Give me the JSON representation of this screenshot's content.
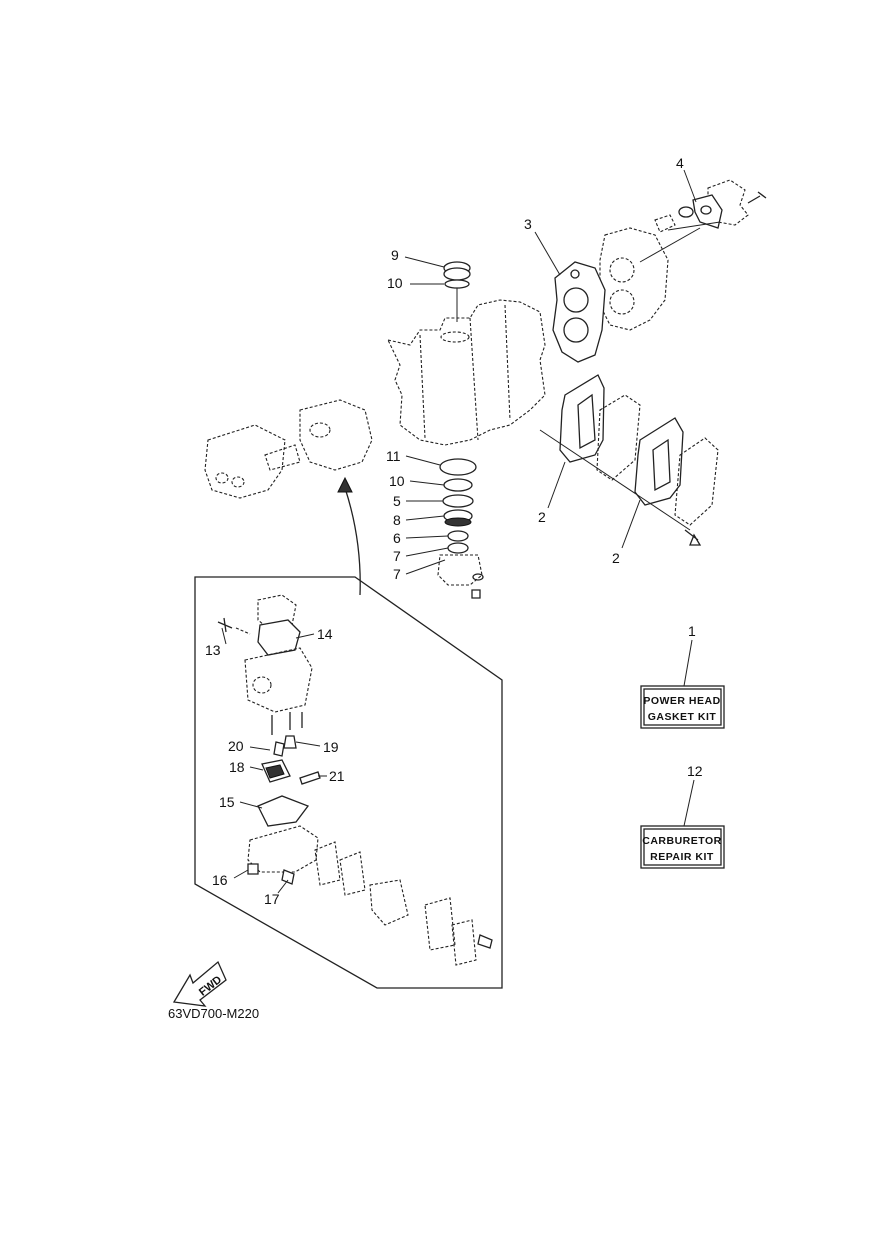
{
  "callouts": {
    "c1": "1",
    "c2a": "2",
    "c2b": "2",
    "c3": "3",
    "c4": "4",
    "c5": "5",
    "c6": "6",
    "c7a": "7",
    "c7b": "7",
    "c8": "8",
    "c9": "9",
    "c10a": "10",
    "c10b": "10",
    "c11": "11",
    "c12": "12",
    "c13": "13",
    "c14": "14",
    "c15": "15",
    "c16": "16",
    "c17": "17",
    "c18": "18",
    "c19": "19",
    "c20": "20",
    "c21": "21"
  },
  "kits": {
    "power_head": [
      "POWER HEAD",
      "GASKET KIT"
    ],
    "carburetor": [
      "CARBURETOR",
      "REPAIR KIT"
    ]
  },
  "fwd_label": "FWD",
  "figure_code": "63VD700-M220"
}
